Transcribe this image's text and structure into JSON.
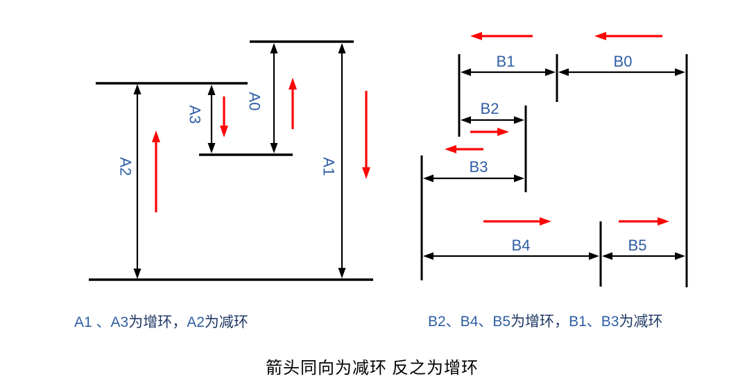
{
  "diagrams": {
    "a": {
      "labels": {
        "a0": "A0",
        "a1": "A1",
        "a2": "A2",
        "a3": "A3"
      },
      "caption": {
        "parts": [
          {
            "text": "A1 、A3",
            "role": "ring-names"
          },
          {
            "text": "为增环，",
            "role": "text"
          },
          {
            "text": "A2",
            "role": "ring-names"
          },
          {
            "text": "为减环",
            "role": "text"
          }
        ]
      }
    },
    "b": {
      "labels": {
        "b0": "B0",
        "b1": "B1",
        "b2": "B2",
        "b3": "B3",
        "b4": "B4",
        "b5": "B5"
      },
      "caption": {
        "parts": [
          {
            "text": "B2、B4、B5",
            "role": "ring-names"
          },
          {
            "text": "为增环，",
            "role": "text"
          },
          {
            "text": "B1、B3",
            "role": "ring-names"
          },
          {
            "text": "为减环",
            "role": "text"
          }
        ]
      }
    }
  },
  "footer": {
    "note": "箭头同向为减环 反之为增环"
  },
  "colors": {
    "label_blue": "#2E5EA4",
    "caption_navy": "#1F3864",
    "arrow_red": "#FB0505",
    "line_black": "#000000",
    "background": "#FFFFFF"
  }
}
